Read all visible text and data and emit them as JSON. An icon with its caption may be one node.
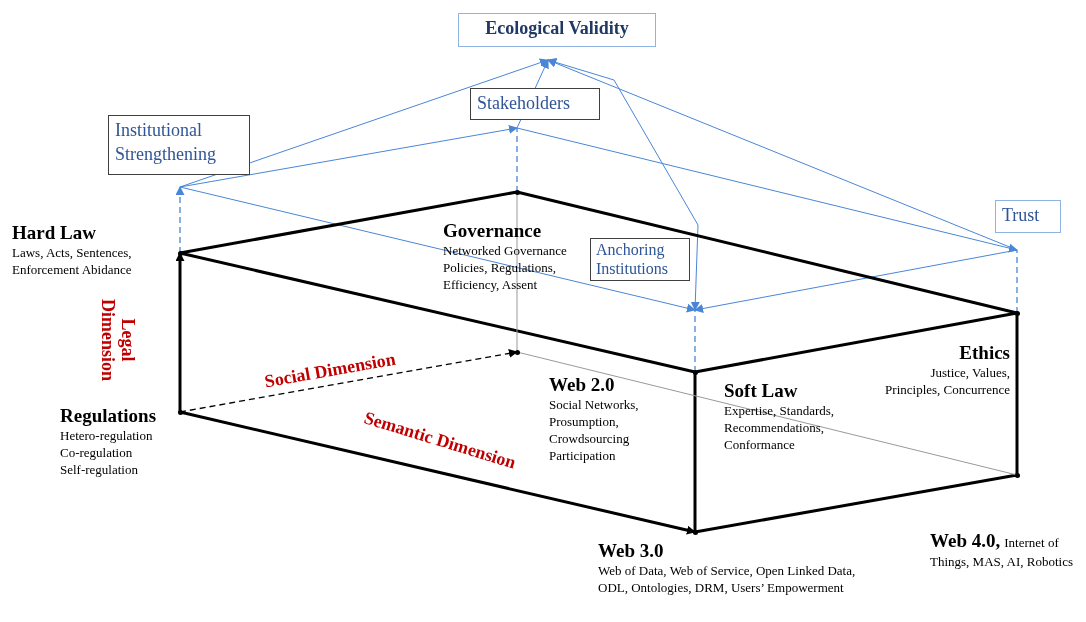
{
  "diagram": {
    "nodes": [
      {
        "text": [
          "Ecological Validity"
        ]
      },
      {
        "text": [
          "Stakeholders"
        ]
      },
      {
        "text": [
          "Institutional Strengthening"
        ]
      },
      {
        "text": [
          "Trust"
        ]
      },
      {
        "text": [
          "Anchoring Institutions"
        ]
      },
      {
        "text": [
          "Hard Law",
          "Laws, Acts, Sentences, Enforcement Abidance"
        ]
      },
      {
        "text": [
          "Governance",
          "Networked Governance Policies, Regulations, Efficiency, Assent"
        ]
      },
      {
        "text": [
          "Ethics",
          "Justice, Values, Principles, Concurrence"
        ]
      },
      {
        "text": [
          "Soft Law",
          "Expertise, Standards, Recommendations, Conformance"
        ]
      },
      {
        "text": [
          "Regulations",
          "Hetero-regulation Co-regulation Self-regulation"
        ]
      },
      {
        "text": [
          "Web 2.0",
          "Social Networks, Prosumption, Crowdsourcing Participation"
        ]
      },
      {
        "text": [
          "Web 3.0",
          "Web of Data, Web of Service, Open Linked Data, ODL, Ontologies, DRM, Users’ Empowerment"
        ]
      },
      {
        "text": [
          "Web 4.0,",
          "Internet of Things, MAS, AI, Robotics"
        ]
      }
    ],
    "edges": [
      {
        "from": 5,
        "to": 2,
        "arrow": "to",
        "style": "dashed"
      },
      {
        "from": 6,
        "to": 1,
        "arrow": "none",
        "style": "dashed"
      },
      {
        "from": 7,
        "to": 3,
        "arrow": "none",
        "style": "dashed"
      },
      {
        "from": 8,
        "to": 4,
        "arrow": "none",
        "style": "dashed"
      },
      {
        "from": 2,
        "to": 0,
        "arrow": "to"
      },
      {
        "from": 2,
        "to": 1,
        "arrow": "to"
      },
      {
        "from": 2,
        "to": 4,
        "arrow": "to"
      },
      {
        "from": 1,
        "to": 0,
        "arrow": "to"
      },
      {
        "from": 1,
        "to": 3,
        "arrow": "to"
      },
      {
        "from": 3,
        "to": 0,
        "arrow": "to"
      },
      {
        "from": 4,
        "to": 0,
        "arrow": "both"
      },
      {
        "from": 3,
        "to": 4,
        "arrow": "to"
      },
      {
        "from": 5,
        "to": 6,
        "arrow": "none",
        "style": "thick",
        "color": "#000000"
      },
      {
        "from": 6,
        "to": 7,
        "arrow": "none",
        "style": "thick",
        "color": "#000000"
      },
      {
        "from": 7,
        "to": 8,
        "arrow": "none",
        "style": "thick",
        "color": "#000000"
      },
      {
        "from": 8,
        "to": 5,
        "arrow": "none",
        "style": "thick",
        "color": "#000000"
      },
      {
        "from": 8,
        "to": 11,
        "arrow": "none",
        "style": "thick",
        "color": "#000000"
      },
      {
        "from": 7,
        "to": 12,
        "arrow": "none",
        "style": "thick",
        "color": "#000000"
      },
      {
        "from": 11,
        "to": 12,
        "arrow": "none",
        "style": "thick",
        "color": "#000000"
      },
      {
        "from": 9,
        "to": 5,
        "arrow": "to",
        "style": "thick",
        "color": "#000000",
        "label": "Legal Dimension"
      },
      {
        "from": 9,
        "to": 10,
        "arrow": "to",
        "style": "dashed",
        "color": "#000000",
        "label": "Social Dimension"
      },
      {
        "from": 9,
        "to": 11,
        "arrow": "to",
        "style": "thick",
        "color": "#000000",
        "label": "Semantic Dimension"
      },
      {
        "from": 6,
        "to": 10,
        "arrow": "none",
        "color": "#999999"
      },
      {
        "from": 10,
        "to": 12,
        "arrow": "none",
        "color": "#999999"
      }
    ]
  }
}
